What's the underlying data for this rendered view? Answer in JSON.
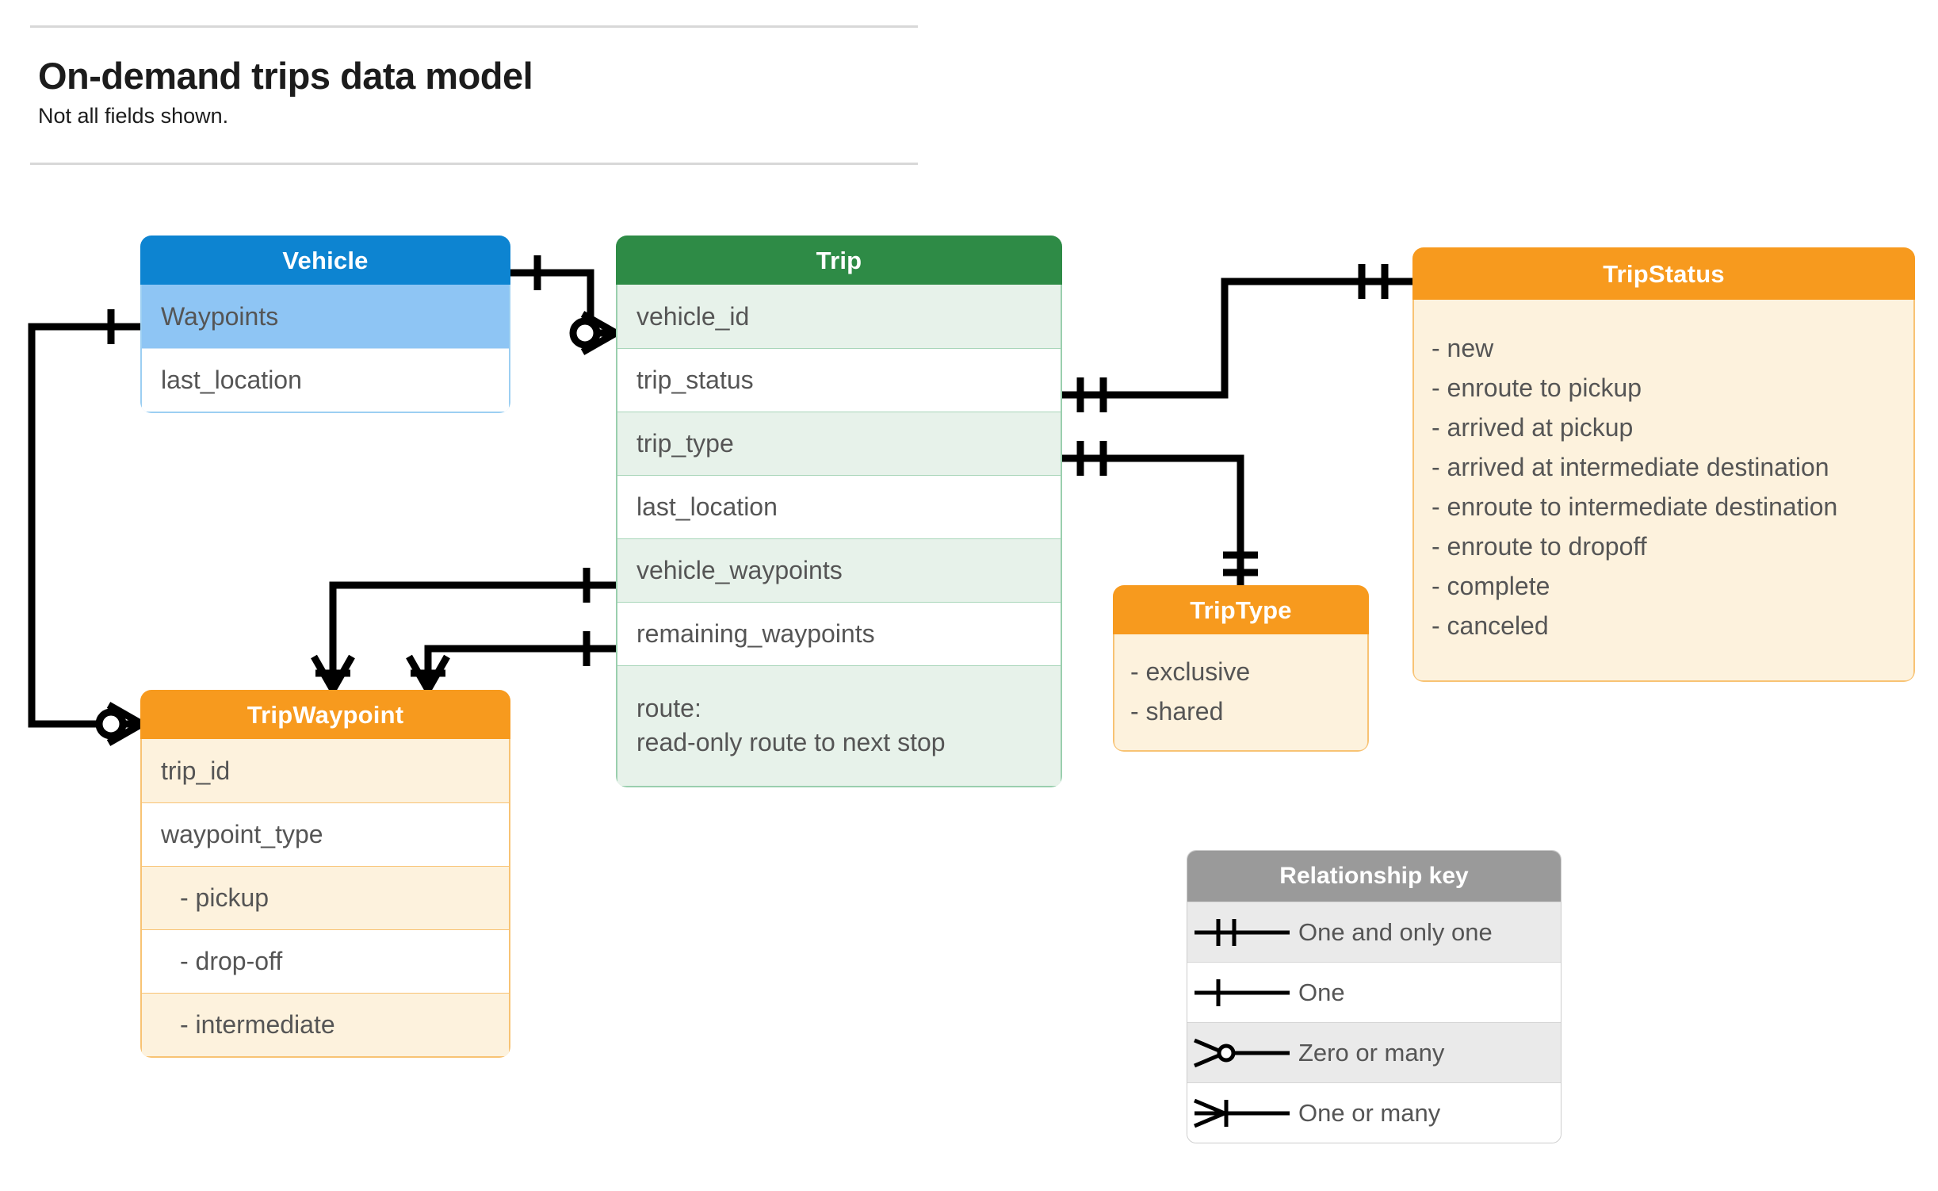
{
  "header": {
    "title": "On-demand trips data model",
    "subtitle": "Not all fields shown."
  },
  "colors": {
    "vehicle_header": "#0d84d1",
    "vehicle_row_alt": "#8ec5f4",
    "vehicle_border": "#9ccff2",
    "trip_header": "#2e8b46",
    "trip_row_alt": "#e7f2ea",
    "trip_border": "#9acfae",
    "orange_header": "#f79a1e",
    "orange_row_alt": "#fdf2dd",
    "orange_border": "#f8c374",
    "legend_header": "#9a9a9a",
    "legend_row_shaded": "#eaeaea",
    "text": "#555555",
    "title_text": "#1c1c1c",
    "connector": "#000000"
  },
  "entities": {
    "vehicle": {
      "title": "Vehicle",
      "rows": [
        {
          "label": "Waypoints",
          "shaded": true
        },
        {
          "label": "last_location",
          "shaded": false
        }
      ]
    },
    "trip": {
      "title": "Trip",
      "rows": [
        {
          "label": "vehicle_id",
          "shaded": true
        },
        {
          "label": "trip_status",
          "shaded": false
        },
        {
          "label": "trip_type",
          "shaded": true
        },
        {
          "label": "last_location",
          "shaded": false
        },
        {
          "label": "vehicle_waypoints",
          "shaded": true
        },
        {
          "label": "remaining_waypoints",
          "shaded": false
        }
      ],
      "route_row": {
        "line1": "route:",
        "line2": "read-only route to next stop",
        "shaded": true
      }
    },
    "tripwaypoint": {
      "title": "TripWaypoint",
      "rows": [
        {
          "label": "trip_id",
          "shaded": true,
          "indent": false
        },
        {
          "label": "waypoint_type",
          "shaded": false,
          "indent": false
        },
        {
          "label": "-  pickup",
          "shaded": true,
          "indent": true
        },
        {
          "label": "-  drop-off",
          "shaded": false,
          "indent": true
        },
        {
          "label": "-  intermediate",
          "shaded": true,
          "indent": true
        }
      ]
    },
    "tripstatus": {
      "title": "TripStatus",
      "values": [
        "- new",
        "- enroute to pickup",
        "- arrived at pickup",
        "- arrived at intermediate destination",
        "- enroute to intermediate destination",
        "- enroute to dropoff",
        "- complete",
        "- canceled"
      ]
    },
    "triptype": {
      "title": "TripType",
      "values": [
        "- exclusive",
        "- shared"
      ]
    }
  },
  "legend": {
    "title": "Relationship key",
    "rows": [
      {
        "label": "One and only one",
        "symbol": "one-and-only-one-symbol",
        "shaded": true
      },
      {
        "label": "One",
        "symbol": "one-symbol",
        "shaded": false
      },
      {
        "label": "Zero or many",
        "symbol": "zero-or-many-symbol",
        "shaded": true
      },
      {
        "label": "One or many",
        "symbol": "one-or-many-symbol",
        "shaded": false
      }
    ]
  },
  "relationships": [
    {
      "from": "Vehicle",
      "from_cardinality": "One",
      "to": "Trip.vehicle_id",
      "to_cardinality": "Zero or many"
    },
    {
      "from": "Vehicle.Waypoints",
      "from_cardinality": "One",
      "to": "TripWaypoint",
      "to_cardinality": "Zero or many"
    },
    {
      "from": "Trip.trip_status",
      "from_cardinality": "One and only one",
      "to": "TripStatus",
      "to_cardinality": "One and only one"
    },
    {
      "from": "Trip.trip_type",
      "from_cardinality": "One and only one",
      "to": "TripType",
      "to_cardinality": "One and only one"
    },
    {
      "from": "Trip.vehicle_waypoints",
      "from_cardinality": "One",
      "to": "TripWaypoint",
      "to_cardinality": "One or many"
    },
    {
      "from": "Trip.remaining_waypoints",
      "from_cardinality": "One",
      "to": "TripWaypoint",
      "to_cardinality": "One or many"
    }
  ]
}
